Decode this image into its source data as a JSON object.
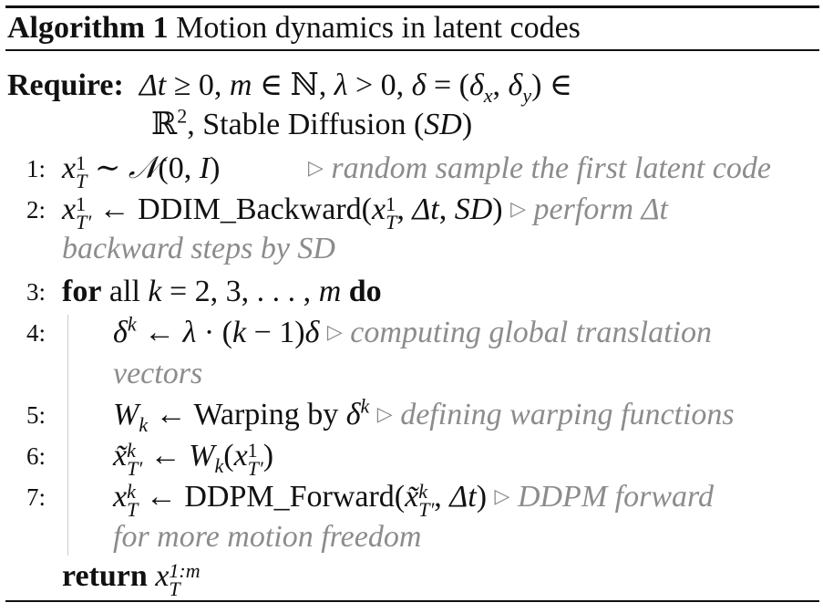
{
  "algorithm": {
    "label": "Algorithm 1",
    "title": "Motion dynamics in latent codes",
    "require_label": "Require:",
    "require_line1": "Δt ≥ 0, m ∈ ℕ, λ > 0, δ = (δx, δy) ∈",
    "require_line2": "ℝ², Stable Diffusion (SD)",
    "return_keyword": "return",
    "lines": [
      {
        "num": "1:",
        "comment": "random sample the first latent code"
      },
      {
        "num": "2:",
        "func": "DDIM_Backward",
        "comment": "perform Δt",
        "comment_cont": "backward steps by SD"
      },
      {
        "num": "3:",
        "keyword_for": "for",
        "text_all": "all",
        "keyword_do": "do"
      },
      {
        "num": "4:",
        "comment": "computing global translation",
        "comment_cont": "vectors"
      },
      {
        "num": "5:",
        "text": "Warping by",
        "comment": "defining warping functions"
      },
      {
        "num": "6:"
      },
      {
        "num": "7:",
        "func": "DDPM_Forward",
        "comment": "DDPM forward",
        "comment_cont": "for more motion freedom"
      }
    ]
  }
}
